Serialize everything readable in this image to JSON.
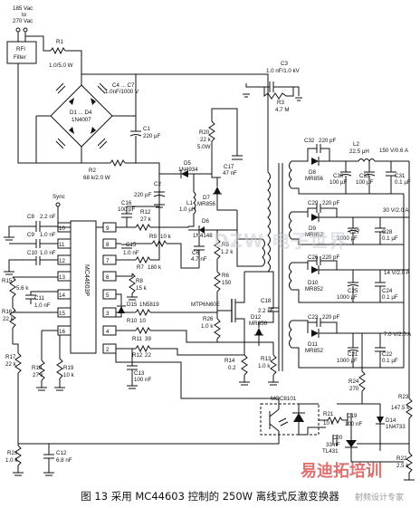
{
  "figure": {
    "caption": "图 13  采用 MC44603 控制的 250W 离线式反激变换器",
    "watermark_left": "DZW 电子世界",
    "watermark_right": "易迪拓培训",
    "watermark_right_sub": "射频设计专家"
  },
  "input": {
    "line1": "185 Vac",
    "line2": "to",
    "line3": "270 Vac"
  },
  "filter": {
    "line1": "RFI",
    "line2": "Filter"
  },
  "components": {
    "R1": "R1",
    "R1v": "1.0/5.0 W",
    "C4": "C4 ... C7",
    "C4v": "1.0nF/1000 V",
    "D1": "D1 ... D4",
    "D1v": "1N4007",
    "C1": "C1",
    "C1v": "220 µF",
    "R2": "R2",
    "R2v": "68 k/2.0 W",
    "C3": "C3",
    "C3v": "1.0 nF/1.0 kV",
    "R3": "R3",
    "R3v": "4.7 M",
    "R20": "R20",
    "R20v": "22 k",
    "R20w": "5.0W",
    "C17": "C17",
    "C17v": "47 nF",
    "D5": "D5",
    "D5v": "1N4934",
    "C2": "C2",
    "C2v": "220 µF",
    "L1": "L1",
    "L1v": "1.0 µH",
    "D7": "D7",
    "D7v": "MR856",
    "D6": "D6",
    "D6v": "1N4148",
    "C6": "C6",
    "C6v": "4.7 nF",
    "R5": "R5",
    "R5v": "1.2 k",
    "R6": "R6",
    "R6v": "150",
    "Q1": "MTP6N60E",
    "R26": "R26",
    "R26v": "1.0 k",
    "D12": "D12",
    "D12v": "MR856",
    "C18": "C18",
    "C18v": "2.2 nF",
    "R14": "R14",
    "R14v": "0.2",
    "R13": "R13",
    "R13v": "1.0 k",
    "C8": "C8",
    "C8v": "2.2 nF",
    "Sync": "Sync",
    "C9": "C9",
    "C9v": "1.0 nF",
    "C10": "C10",
    "C10v": "1.0 nF",
    "R15": "R15",
    "R15v": "5.6 k",
    "C11": "C11",
    "C11v": "1.0 nF",
    "R16": "R16",
    "R16v": "22 k",
    "R17": "R17",
    "R17v": "22 k",
    "R18": "R18",
    "R18v": "27 k",
    "R19": "R19",
    "R19v": "10 k",
    "R2s": "R2s",
    "R2sv": "1.0 k",
    "C12": "C12",
    "C12v": "6.8 nF",
    "C16": "C16",
    "C16v": "100 pF",
    "R12": "R12",
    "R12v": "27 k",
    "C15": "C15",
    "C15v": "1.0 nF",
    "R9": "R9",
    "R9v": "10 k",
    "R7": "R7",
    "R7v": "180 k",
    "R8": "R8",
    "R8v": "15 k",
    "D15": "D15",
    "D15v": "1N5819",
    "R10": "R10",
    "R10v": "10",
    "R11": "R11",
    "R11v": "39",
    "R12b": "R12",
    "R12bv": "22",
    "C13": "C13",
    "C13v": "100 nF",
    "C32": "C32",
    "C32v": "220 pF",
    "L2": "L2",
    "L2v": "22.5 µH",
    "out1": "150 V/0.6 A",
    "D8": "D8",
    "D8v": "MR856",
    "C30": "C30",
    "C30v": "100 µF",
    "C33": "C33",
    "C33v": "100 µF",
    "C31": "C31",
    "C31v": "0.1 µF",
    "C29": "C29",
    "C29v": "220 pF",
    "out2": "30 V/2.0 A",
    "D9": "D9",
    "D9v": "MR852",
    "C27": "C27",
    "C27v": "1000 µF",
    "C28": "C28",
    "C28v": "0.1 µF",
    "C26": "C26",
    "C26v": "220 pF",
    "out3": "14 V/2.0 A",
    "D10": "D10",
    "D10v": "MR852",
    "C25": "C25",
    "C25v": "1000 µF",
    "C24": "C24",
    "C24v": "0.1 µF",
    "C23": "C23",
    "C23v": "220 pF",
    "out4": "7.0 V/2.0 A",
    "D11": "D11",
    "D11v": "MR852",
    "C21": "C21",
    "C21v": "1000 µF",
    "C22": "C22",
    "C22v": "0.1 µF",
    "R24": "R24",
    "R24v": "270",
    "R23": "R23",
    "R23v": "147.5 k",
    "MOC": "MOC8101",
    "R21": "R21",
    "R21v": "10 k",
    "C19": "C19",
    "C19v": "100 nF",
    "D14": "D14",
    "D14v": "1N4733",
    "C20": "C20",
    "C20v": "33 nF",
    "TL431": "TL431",
    "R22": "R22",
    "R22v": "2.5 k"
  },
  "ic": {
    "name": "MC44603P",
    "pins_left": [
      "9",
      "8",
      "7",
      "6",
      "5",
      "3",
      "4",
      "2",
      "1"
    ],
    "pins_left2": [
      "10",
      "11",
      "12",
      "13",
      "14",
      "15",
      "16"
    ]
  }
}
